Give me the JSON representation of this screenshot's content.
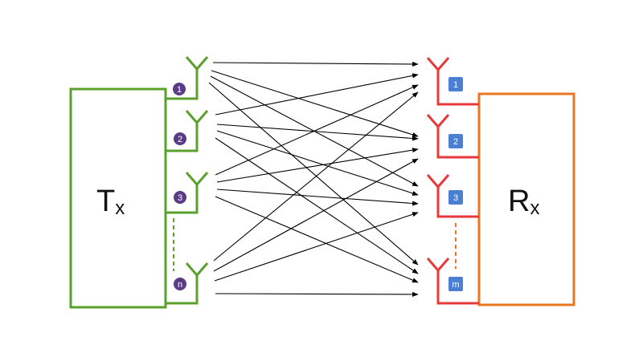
{
  "tx": {
    "label_main": "T",
    "label_sub": "x"
  },
  "rx": {
    "label_main": "R",
    "label_sub": "x"
  },
  "tx_antennas": [
    "1",
    "2",
    "3",
    "n"
  ],
  "rx_antennas": [
    "1",
    "2",
    "3",
    "m"
  ],
  "colors": {
    "tx": "#5aa02c",
    "rx_box": "#e87722",
    "rx_antenna": "#e8383b",
    "tx_badge": "#5b3a86",
    "rx_badge": "#4a7fd4",
    "arrow": "#000000"
  }
}
